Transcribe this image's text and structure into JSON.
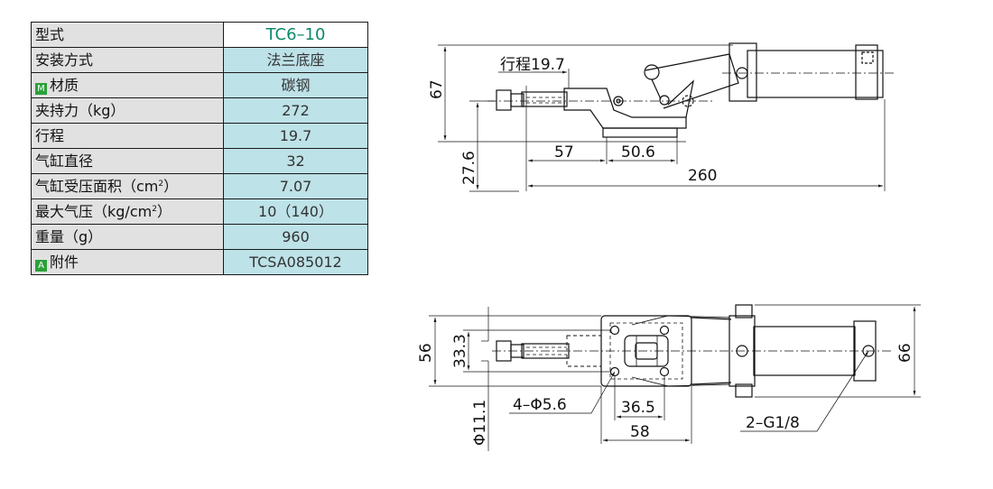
{
  "spec_table": {
    "model_label": "型式",
    "model_value": "TC6–10",
    "rows": [
      {
        "label": "安装方式",
        "value": "法兰底座"
      },
      {
        "label": "材质",
        "value": "碳钢",
        "mark": "M"
      },
      {
        "label": "夹持力（kg）",
        "value": "272"
      },
      {
        "label": "行程",
        "value": "19.7"
      },
      {
        "label": "气缸直径",
        "value": "32"
      },
      {
        "label": "气缸受压面积（cm",
        "label_sup": "2",
        "label_tail": "）",
        "value": "7.07"
      },
      {
        "label": "最大气压（kg/cm",
        "label_sup": "2",
        "label_tail": "）",
        "value": "10（140）"
      },
      {
        "label": "重量（g）",
        "value": "960"
      },
      {
        "label": "附件",
        "value": "TCSA085012",
        "mark": "A"
      }
    ]
  },
  "side_view": {
    "stroke": "行程19.7",
    "height_67": "67",
    "height_27_6": "27.6",
    "len_57": "57",
    "len_50_6": "50.6",
    "len_260": "260"
  },
  "top_view": {
    "width_56": "56",
    "width_33_3": "33.3",
    "holes": "4–Φ5.6",
    "len_36_5": "36.5",
    "len_58": "58",
    "port": "2–G1/8",
    "width_66": "66",
    "dia_11_1": "Φ11.1"
  }
}
